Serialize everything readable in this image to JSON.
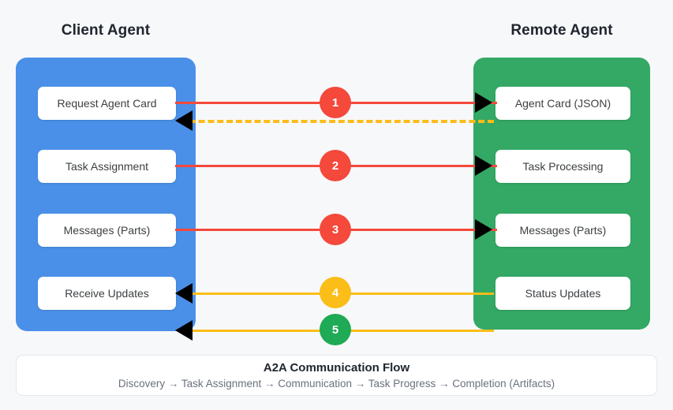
{
  "columns": {
    "client": {
      "title": "Client Agent",
      "color": "#4a90e8"
    },
    "remote": {
      "title": "Remote Agent",
      "color": "#34a865"
    }
  },
  "client_steps": [
    {
      "label": "Request Agent Card"
    },
    {
      "label": "Task Assignment"
    },
    {
      "label": "Messages (Parts)"
    },
    {
      "label": "Receive Updates"
    }
  ],
  "remote_steps": [
    {
      "label": "Agent Card (JSON)"
    },
    {
      "label": "Task Processing"
    },
    {
      "label": "Messages (Parts)"
    },
    {
      "label": "Status Updates"
    }
  ],
  "flows": [
    {
      "number": "1",
      "badge_color": "#f4493b",
      "line_color": "#f4493b",
      "style": "solid",
      "direction": "right"
    },
    {
      "number": "",
      "badge_color": "",
      "line_color": "#fbbd18",
      "style": "dashed",
      "direction": "left"
    },
    {
      "number": "2",
      "badge_color": "#f4493b",
      "line_color": "#f4493b",
      "style": "solid",
      "direction": "right"
    },
    {
      "number": "3",
      "badge_color": "#f4493b",
      "line_color": "#f4493b",
      "style": "solid",
      "direction": "right"
    },
    {
      "number": "4",
      "badge_color": "#fbbd18",
      "line_color": "#fbbd18",
      "style": "solid",
      "direction": "left"
    },
    {
      "number": "5",
      "badge_color": "#1faa55",
      "line_color": "#fbbd18",
      "style": "solid",
      "direction": "left"
    }
  ],
  "footer": {
    "title": "A2A Communication Flow",
    "subtitle": "Discovery → Task Assignment → Communication → Task Progress → Completion (Artifacts)"
  }
}
